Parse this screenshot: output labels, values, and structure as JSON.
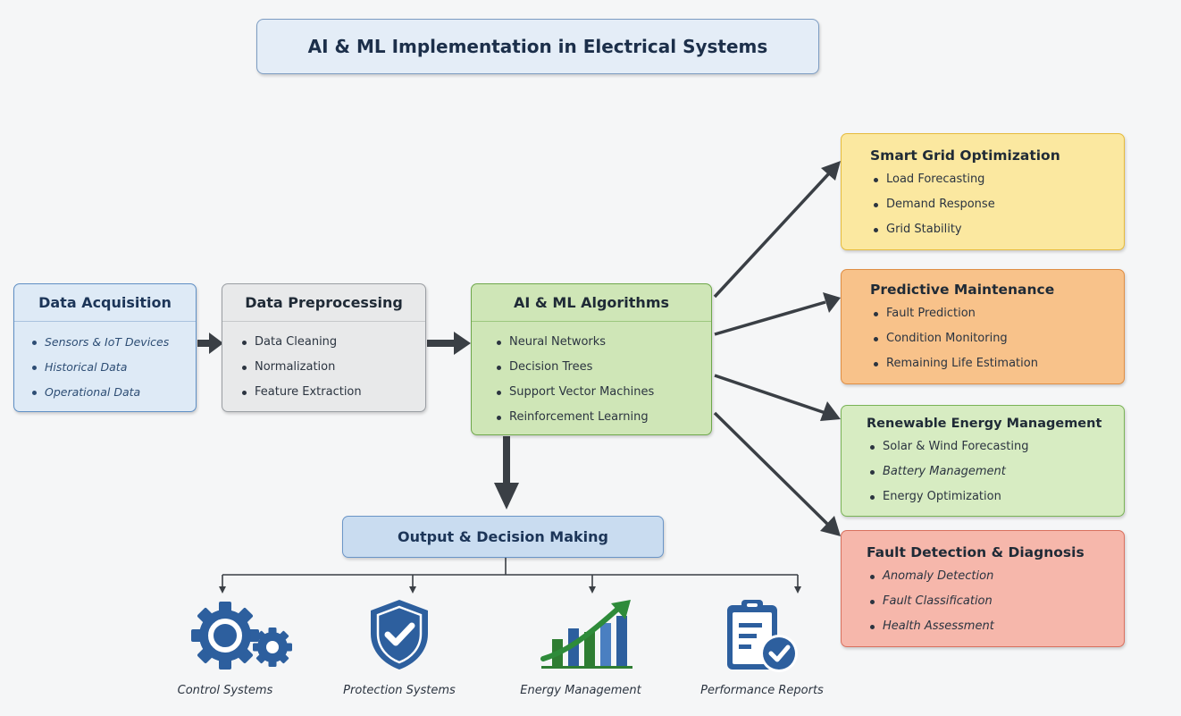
{
  "title": "AI & ML Implementation in Electrical Systems",
  "acquisition": {
    "heading": "Data Acquisition",
    "items": [
      "Sensors & IoT Devices",
      "Historical Data",
      "Operational Data"
    ]
  },
  "preprocessing": {
    "heading": "Data Preprocessing",
    "items": [
      "Data Cleaning",
      "Normalization",
      "Feature Extraction"
    ]
  },
  "algorithms": {
    "heading": "AI & ML Algorithms",
    "items": [
      "Neural Networks",
      "Decision Trees",
      "Support Vector Machines",
      "Reinforcement Learning"
    ]
  },
  "output": {
    "heading": "Output & Decision Making",
    "items": [
      "Control Systems",
      "Protection Systems",
      "Energy Management",
      "Performance Reports"
    ],
    "icons": [
      "gears-icon",
      "shield-check-icon",
      "growth-chart-icon",
      "clipboard-check-icon"
    ]
  },
  "applications": [
    {
      "heading": "Smart Grid Optimization",
      "items": [
        "Load Forecasting",
        "Demand Response",
        "Grid Stability"
      ]
    },
    {
      "heading": "Predictive Maintenance",
      "items": [
        "Fault Prediction",
        "Condition Monitoring",
        "Remaining Life Estimation"
      ]
    },
    {
      "heading": "Renewable Energy Management",
      "items": [
        "Solar & Wind Forecasting",
        "Battery Management",
        "Energy Optimization"
      ]
    },
    {
      "heading": "Fault Detection & Diagnosis",
      "items": [
        "Anomaly Detection",
        "Fault Classification",
        "Health Assessment"
      ]
    }
  ],
  "colors": {
    "acquisition": "#deeaf6",
    "preprocessing": "#e8e9ea",
    "algorithms": "#cfe6b7",
    "output": "#c9dcf0",
    "smart_grid": "#fbe8a0",
    "predictive": "#f8c28a",
    "renewable": "#d7ecc2",
    "fault": "#f6b7ab",
    "icon_blue": "#2d5f9e",
    "arrow": "#3a3f45"
  }
}
